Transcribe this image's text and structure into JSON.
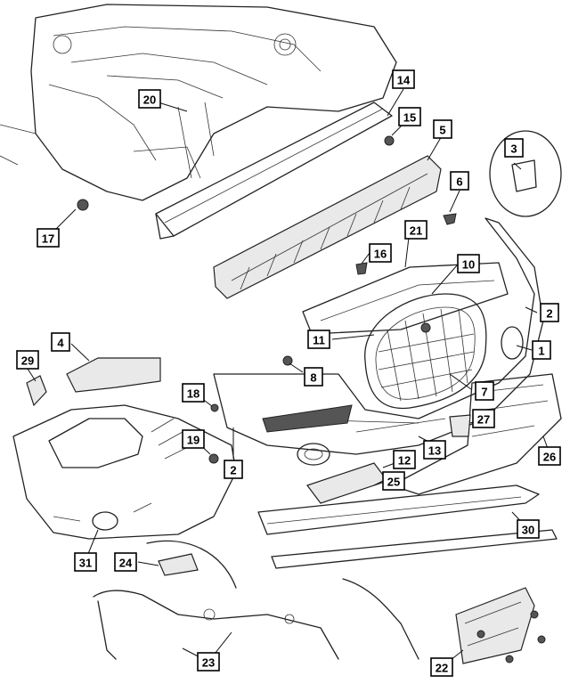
{
  "callouts": [
    {
      "id": "c1",
      "label": "1"
    },
    {
      "id": "c2a",
      "label": "2"
    },
    {
      "id": "c2b",
      "label": "2"
    },
    {
      "id": "c3",
      "label": "3"
    },
    {
      "id": "c4",
      "label": "4"
    },
    {
      "id": "c5",
      "label": "5"
    },
    {
      "id": "c6",
      "label": "6"
    },
    {
      "id": "c7",
      "label": "7"
    },
    {
      "id": "c8",
      "label": "8"
    },
    {
      "id": "c10",
      "label": "10"
    },
    {
      "id": "c11",
      "label": "11"
    },
    {
      "id": "c12",
      "label": "12"
    },
    {
      "id": "c13",
      "label": "13"
    },
    {
      "id": "c14",
      "label": "14"
    },
    {
      "id": "c15",
      "label": "15"
    },
    {
      "id": "c16",
      "label": "16"
    },
    {
      "id": "c17",
      "label": "17"
    },
    {
      "id": "c18",
      "label": "18"
    },
    {
      "id": "c19",
      "label": "19"
    },
    {
      "id": "c20",
      "label": "20"
    },
    {
      "id": "c21",
      "label": "21"
    },
    {
      "id": "c22",
      "label": "22"
    },
    {
      "id": "c23",
      "label": "23"
    },
    {
      "id": "c24",
      "label": "24"
    },
    {
      "id": "c25",
      "label": "25"
    },
    {
      "id": "c26",
      "label": "26"
    },
    {
      "id": "c27",
      "label": "27"
    },
    {
      "id": "c29",
      "label": "29"
    },
    {
      "id": "c30",
      "label": "30"
    },
    {
      "id": "c31",
      "label": "31"
    }
  ]
}
